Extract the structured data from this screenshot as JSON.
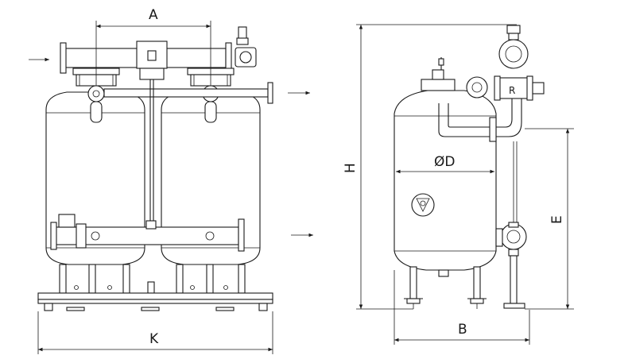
{
  "dimensions": {
    "a": "A",
    "k": "K",
    "h": "H",
    "d": "ØD",
    "e": "E",
    "b": "B"
  }
}
